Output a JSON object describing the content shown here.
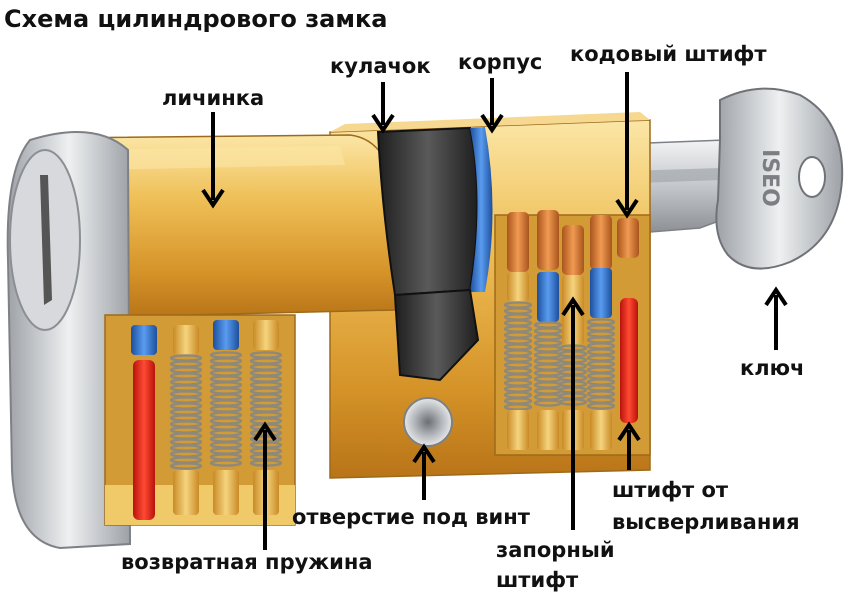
{
  "title": "Схема цилиндрового замка",
  "labels": {
    "cam": "кулачок",
    "body": "корпус",
    "code_pin": "кодовый штифт",
    "plug": "личинка",
    "key": "ключ",
    "screw_hole": "отверстие под винт",
    "anti_drill_pin_line1": "штифт от",
    "anti_drill_pin_line2": "высверливания",
    "lock_pin_line1": "запорный",
    "lock_pin_line2": "штифт",
    "return_spring": "возвратная пружина"
  },
  "key_brand": "ISEO",
  "colors": {
    "brass": "#e3a83a",
    "brass_light": "#f7d27a",
    "steel": "#c9ccd0",
    "cam_dark": "#2d2d2d",
    "blue_ring": "#2f6fc9",
    "code_pin": "#d9772c",
    "anti_drill_pin": "#e8251a",
    "spring": "#b9b2a0",
    "arrow": "#000000"
  }
}
